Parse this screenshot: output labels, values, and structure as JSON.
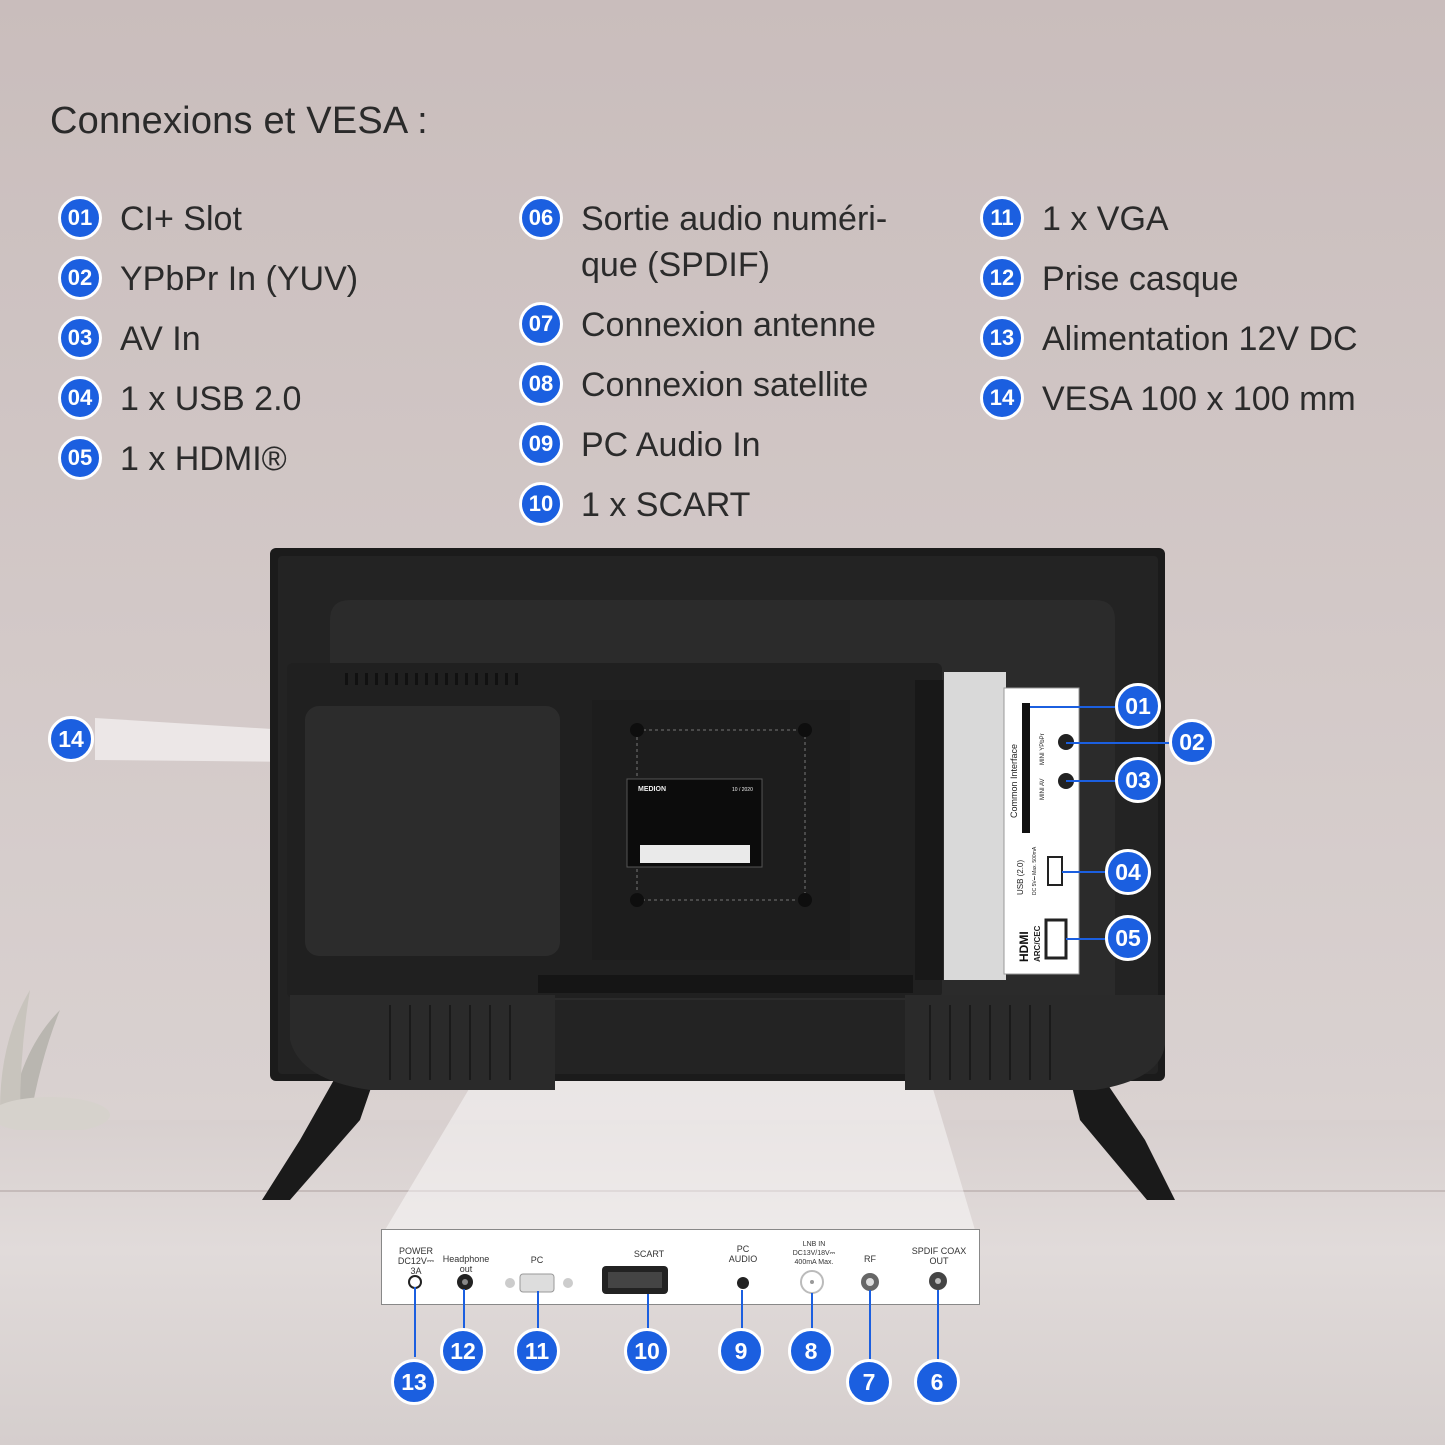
{
  "title": "Connexions et VESA :",
  "legend": [
    {
      "num": "01",
      "text": "CI+ Slot"
    },
    {
      "num": "02",
      "text": "YPbPr In (YUV)"
    },
    {
      "num": "03",
      "text": "AV In"
    },
    {
      "num": "04",
      "text": "1 x USB 2.0"
    },
    {
      "num": "05",
      "text": "1 x HDMI®"
    },
    {
      "num": "06",
      "text": "Sortie audio numéri-",
      "text2": "que (SPDIF)"
    },
    {
      "num": "07",
      "text": "Connexion antenne"
    },
    {
      "num": "08",
      "text": "Connexion satellite"
    },
    {
      "num": "09",
      "text": "PC Audio In"
    },
    {
      "num": "10",
      "text": "1 x SCART"
    },
    {
      "num": "11",
      "text": "1 x VGA"
    },
    {
      "num": "12",
      "text": "Prise casque"
    },
    {
      "num": "13",
      "text": "Alimentation 12V DC"
    },
    {
      "num": "14",
      "text": "VESA 100 x 100 mm"
    }
  ],
  "callouts": {
    "c01": "01",
    "c02": "02",
    "c03": "03",
    "c04": "04",
    "c05": "05",
    "c14": "14",
    "b13": "13",
    "b12": "12",
    "b11": "11",
    "b10": "10",
    "b9": "9",
    "b8": "8",
    "b7": "7",
    "b6": "6"
  },
  "side_panel": {
    "common_interface": "Common Interface",
    "mini_ypbpr": "MINI YPbPr",
    "mini_av": "MINI AV",
    "usb": "USB (2.0)",
    "usb_spec": "DC 5V⎓ Max. 500mA",
    "hdmi_logo": "HDMI",
    "hdmi_sub": "ARC/CEC"
  },
  "bottom_panel": {
    "power": "POWER DC12V⎓ 3A",
    "headphone": "Headphone out",
    "pc": "PC",
    "scart": "SCART",
    "pc_audio": "PC AUDIO",
    "lnb": "LNB IN DC13V/18V⎓ 400mA Max.",
    "rf": "RF",
    "spdif": "SPDIF COAX OUT"
  },
  "rating_label": {
    "brand": "MEDION",
    "date": "10 / 2020"
  },
  "colors": {
    "badge": "#1b5fe0",
    "tv_body": "#1e1e1e"
  }
}
